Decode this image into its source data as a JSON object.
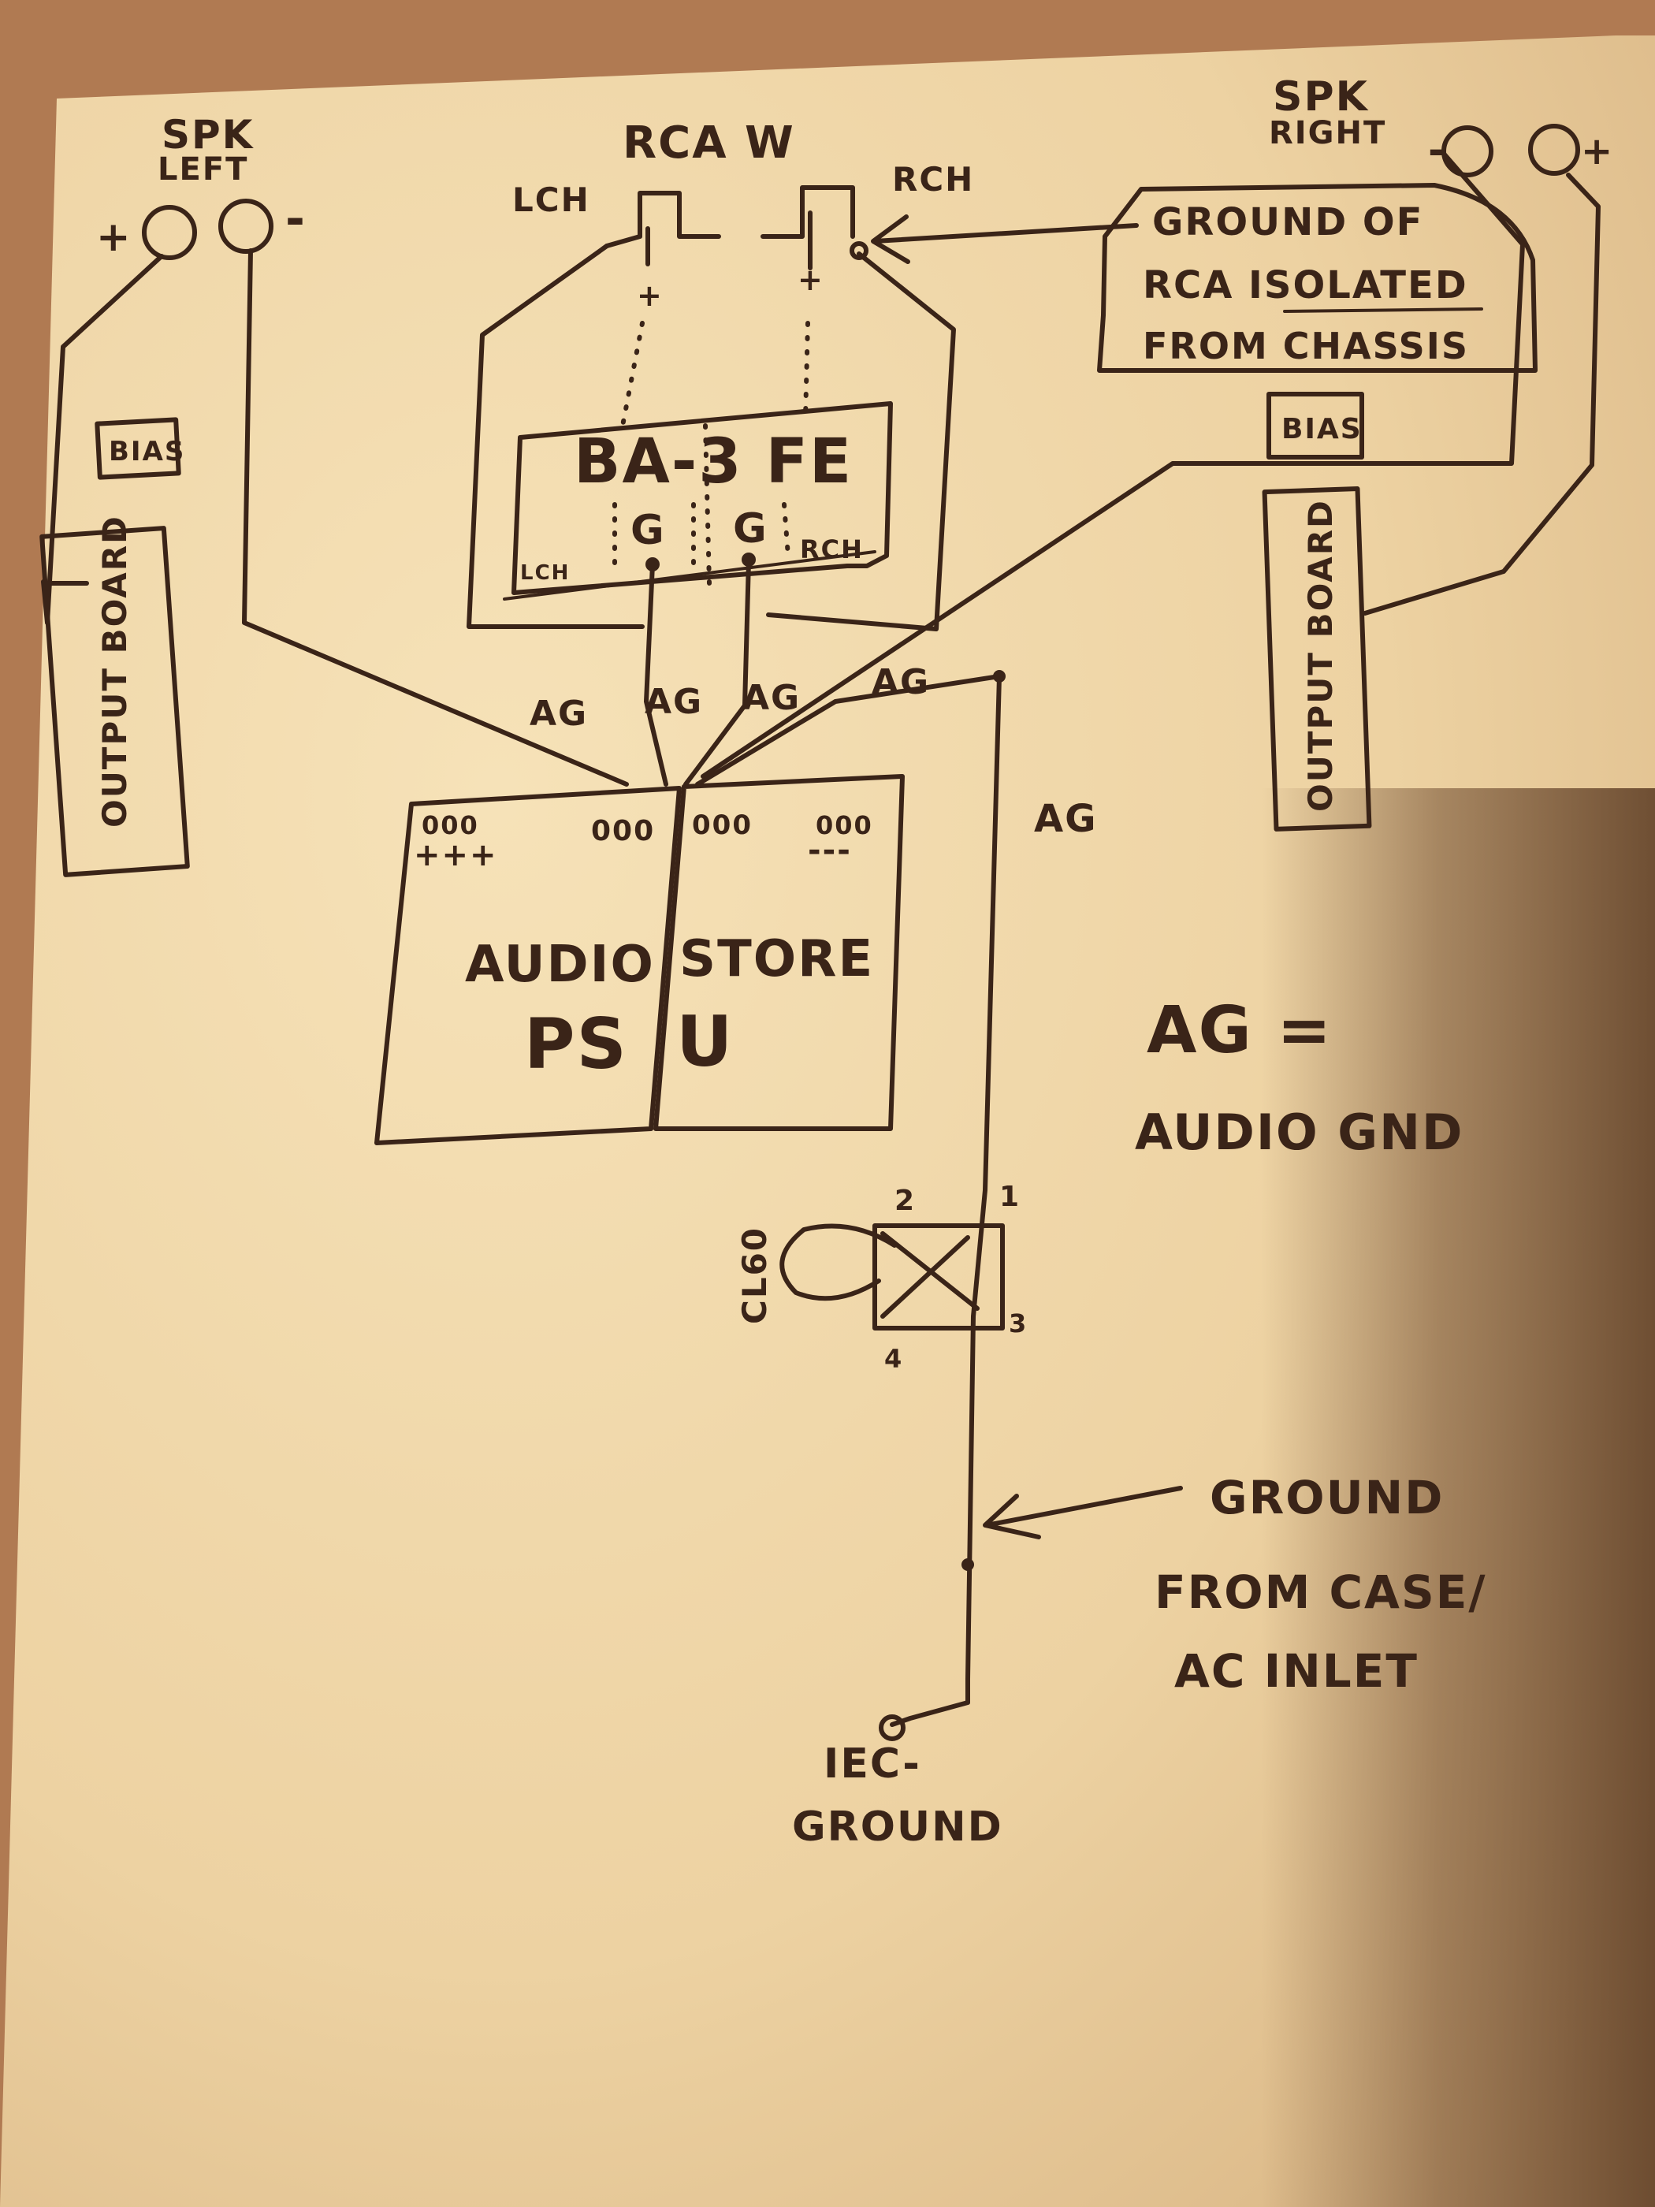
{
  "speakers": {
    "left": {
      "title_line1": "SPK",
      "title_line2": "LEFT",
      "plus": "+",
      "minus": "-"
    },
    "right": {
      "title_line1": "SPK",
      "title_line2": "RIGHT",
      "plus": "+",
      "minus": "-"
    }
  },
  "rca": {
    "title": "RCA W",
    "lch": "LCH",
    "rch": "RCH",
    "plus_left": "+",
    "plus_right": "+"
  },
  "rca_note": {
    "line1": "GROUND OF",
    "line2": "RCA ISOLATED",
    "line3": "FROM CHASSIS"
  },
  "bias": {
    "left": "BIAS",
    "right": "BIAS"
  },
  "output_board": {
    "left": "OUTPUT BOARD",
    "right": "OUTPUT BOARD"
  },
  "ba3": {
    "title": "BA-3 FE",
    "g_left": "G",
    "g_right": "G",
    "lch": "LCH",
    "rch": "RCH"
  },
  "psu": {
    "line1_left": "AUDIO",
    "line1_right": "STORE",
    "line2_left": "PS",
    "line2_right": "U",
    "terminals_left": "000",
    "signs_left": "+++",
    "terminals_mid_left": "000",
    "terminals_mid_right": "000",
    "terminals_right": "000",
    "signs_right": "---"
  },
  "ground_labels": [
    "AG",
    "AG",
    "AG",
    "AG",
    "AG"
  ],
  "legend": {
    "line1": "AG =",
    "line2": "AUDIO GND"
  },
  "cl60": {
    "label": "CL60",
    "pin1": "1",
    "pin2": "2",
    "pin3": "3",
    "pin4": "4"
  },
  "case_ground_note": {
    "line1": "GROUND",
    "line2": "FROM CASE/",
    "line3": "AC INLET"
  },
  "iec": {
    "line1": "IEC-",
    "line2": "GROUND"
  },
  "colors": {
    "paper": "#f2d9ab",
    "ink": "#3a2418",
    "table": "#b07a52",
    "shadow": "#6e4a2e"
  }
}
